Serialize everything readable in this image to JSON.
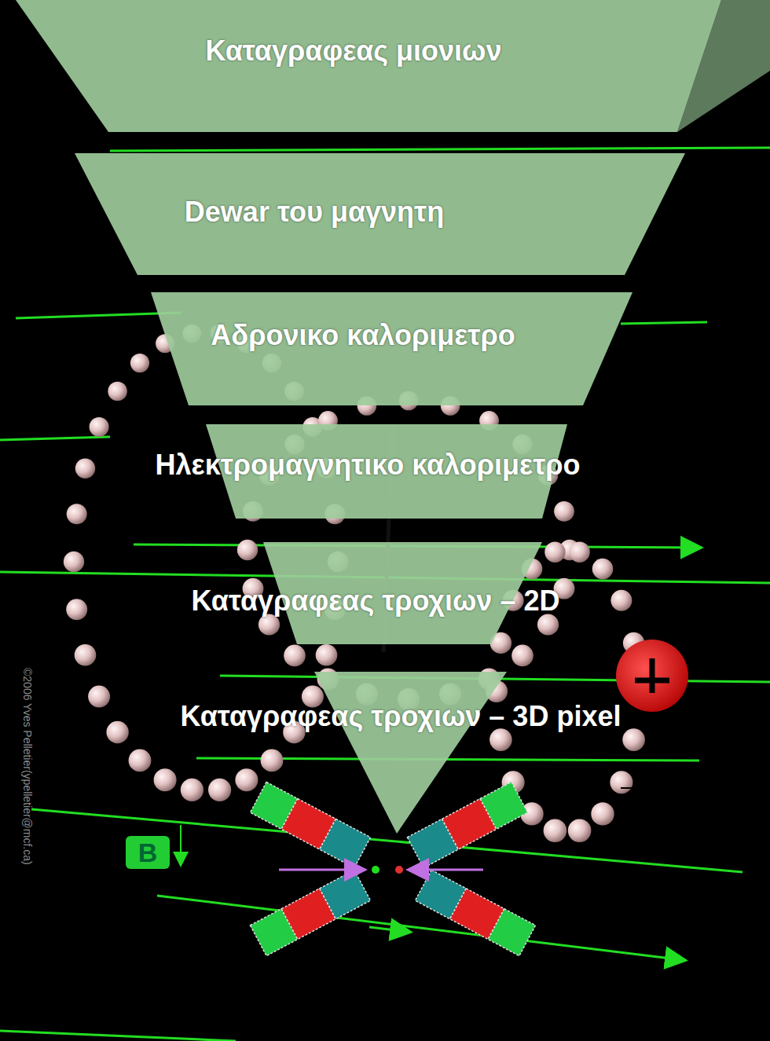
{
  "diagram": {
    "nodes": [
      {
        "text": [
          "Καταγραφεας μιονιων"
        ]
      },
      {
        "text": [
          "Dewar του μαγνητη"
        ]
      },
      {
        "text": [
          "Αδρονικο καλοριμετρο"
        ]
      },
      {
        "text": [
          "Ηλεκτρομαγνητικο καλοριμετρο"
        ]
      },
      {
        "text": [
          "Καταγραφεας τροχιων – 2D"
        ]
      },
      {
        "text": [
          "Καταγραφεας τροχιων – 3D pixel"
        ]
      }
    ],
    "labels": [
      "B",
      "©2006 Yves Pelletier(ypelletier@mcf.ca)"
    ]
  }
}
